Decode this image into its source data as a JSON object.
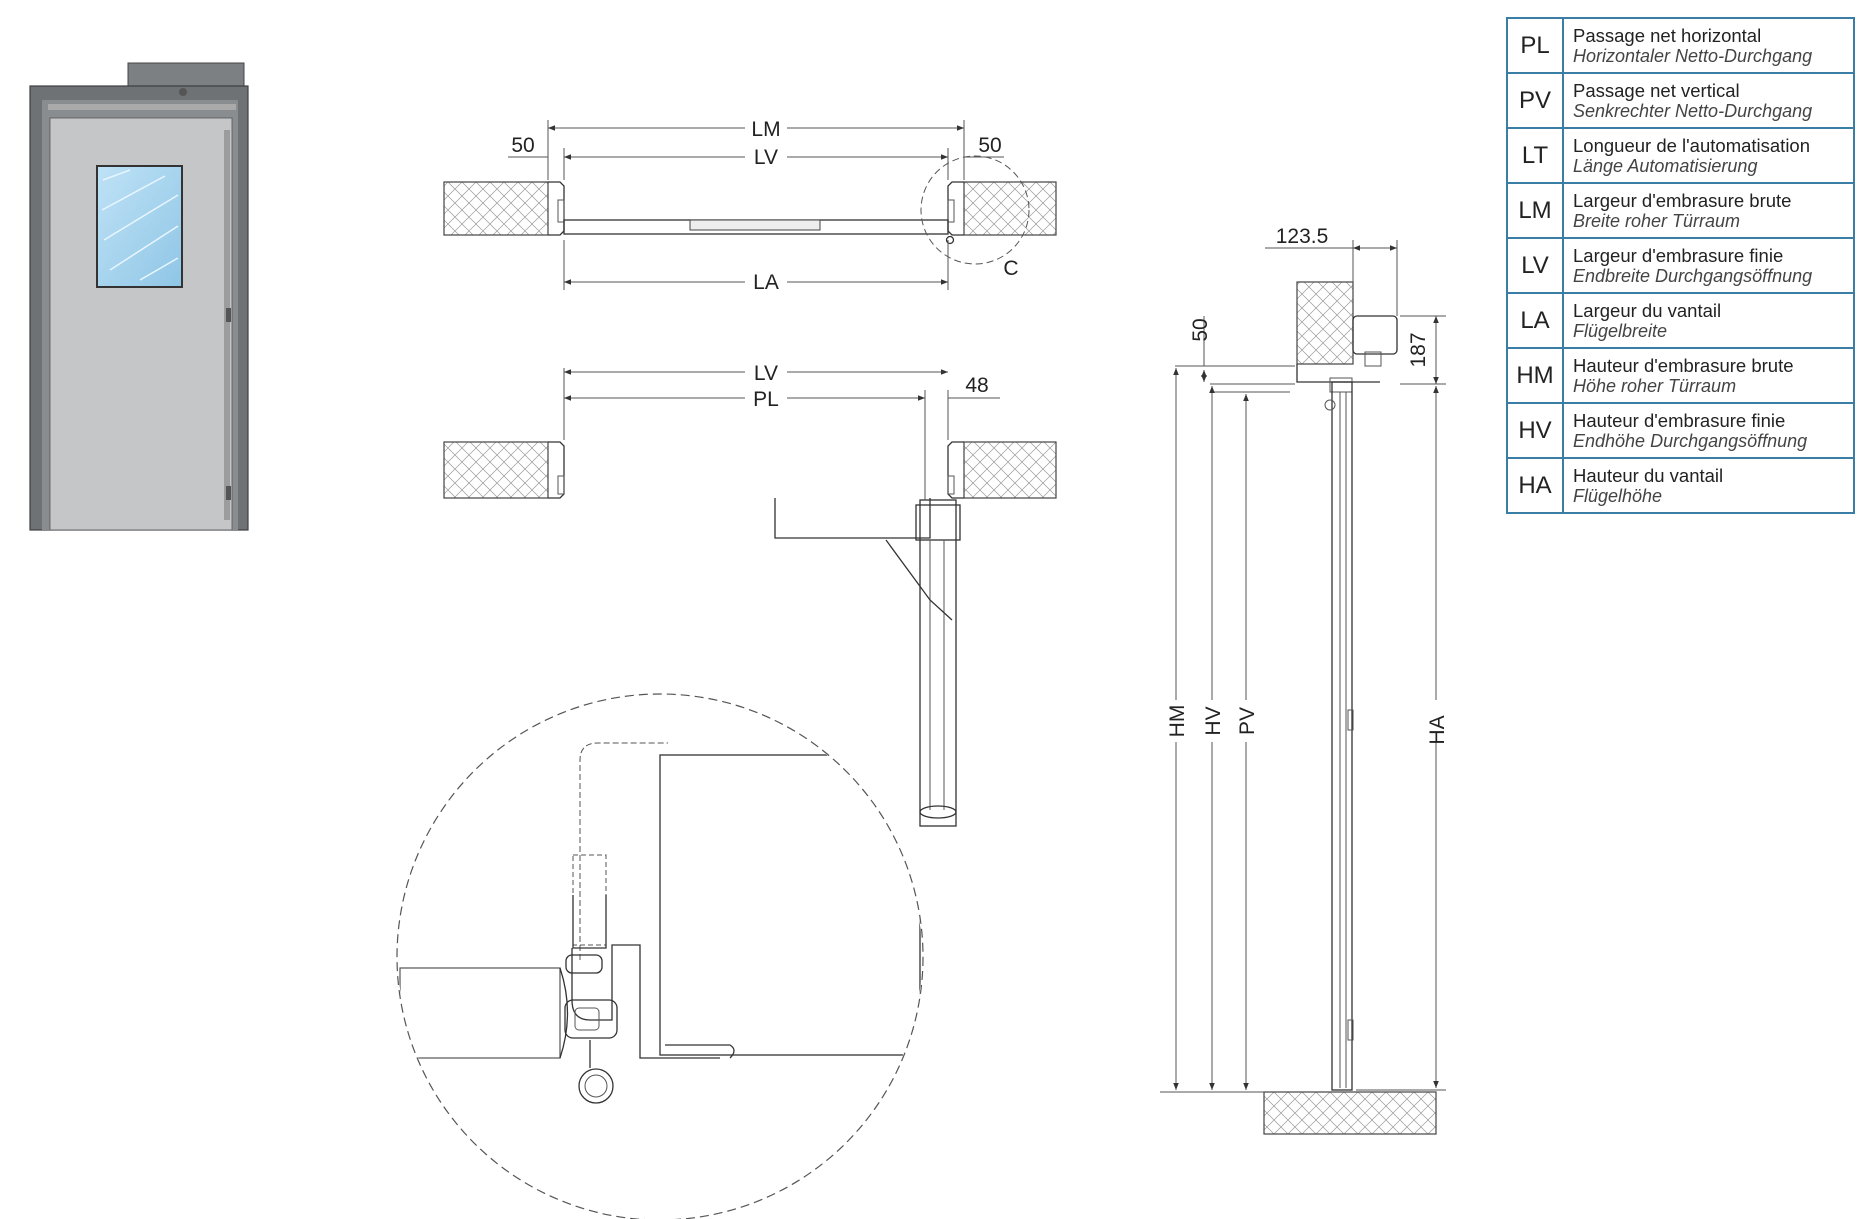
{
  "plan_top": {
    "dims": {
      "lm": "LM",
      "lv": "LV",
      "la": "LA",
      "left_offset": "50",
      "right_offset": "50",
      "detail_ref": "C"
    }
  },
  "plan_open": {
    "dims": {
      "lv": "LV",
      "pl": "PL",
      "side_offset": "48"
    }
  },
  "section": {
    "dims": {
      "top_width": "123.5",
      "head_height": "187",
      "head_offset": "50",
      "hm": "HM",
      "hv": "HV",
      "pv": "PV",
      "ha": "HA"
    }
  },
  "legend": [
    {
      "code": "PL",
      "fr": "Passage net horizontal",
      "de": "Horizontaler Netto-Durchgang"
    },
    {
      "code": "PV",
      "fr": "Passage net vertical",
      "de": "Senkrechter Netto-Durchgang"
    },
    {
      "code": "LT",
      "fr": "Longueur de l'automatisation",
      "de": "Länge Automatisierung"
    },
    {
      "code": "LM",
      "fr": "Largeur d'embrasure brute",
      "de": "Breite roher Türraum"
    },
    {
      "code": "LV",
      "fr": "Largeur d'embrasure finie",
      "de": "Endbreite Durchgangsöffnung"
    },
    {
      "code": "LA",
      "fr": "Largeur du vantail",
      "de": "Flügelbreite"
    },
    {
      "code": "HM",
      "fr": "Hauteur d'embrasure brute",
      "de": "Höhe roher Türraum"
    },
    {
      "code": "HV",
      "fr": "Hauteur d'embrasure finie",
      "de": "Endhöhe Durchgangsöffnung"
    },
    {
      "code": "HA",
      "fr": "Hauteur du vantail",
      "de": "Flügelhöhe"
    }
  ],
  "colors": {
    "legend_border": "#3a7ea5",
    "door_frame": "#6f7275",
    "door_leaf": "#c4c6c8",
    "glass": "#a9d4ee"
  }
}
